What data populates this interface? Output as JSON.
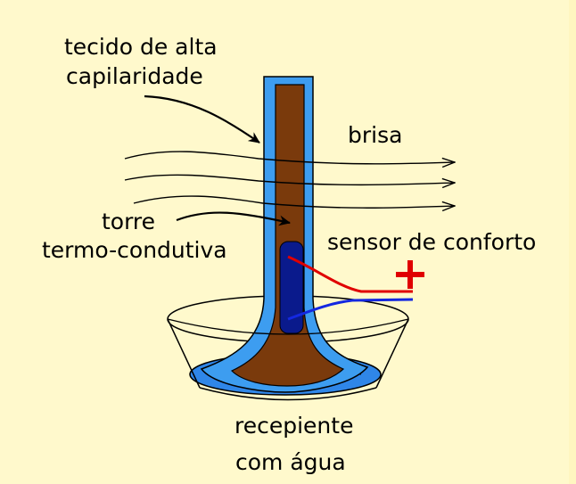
{
  "labels": {
    "fabric_line1": "tecido de alta",
    "fabric_line2": "capilaridade",
    "breeze": "brisa",
    "tower_line1": "torre",
    "tower_line2": "termo-condutiva",
    "sensor": "sensor de conforto",
    "plus": "+",
    "container_line1": "recepiente",
    "container_line2": "com água"
  },
  "colors": {
    "background": "#fff9cc",
    "fabric": "#3d9df0",
    "tower": "#7a3a0c",
    "sensor_probe": "#0a1a8c",
    "water": "#2f86e8",
    "wire_positive": "#e00000",
    "wire_negative": "#1428e0",
    "plus_sign": "#e00000"
  },
  "icons": [
    "breeze-arrows",
    "pointer-arrow",
    "plus-sign"
  ]
}
